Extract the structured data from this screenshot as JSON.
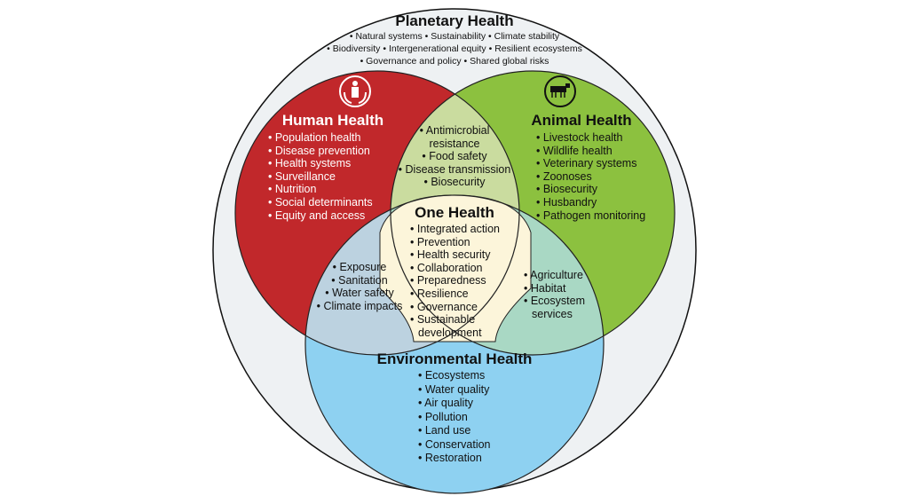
{
  "planetary": {
    "title": "Planetary Health",
    "lines": [
      "• Natural systems • Sustainability • Climate stability",
      "• Biodiversity • Intergenerational equity • Resilient ecosystems",
      "• Governance and policy • Shared global risks"
    ]
  },
  "human": {
    "title": "Human Health",
    "icon": "person-in-hands-icon",
    "items": [
      "• Population health",
      "• Disease prevention",
      "• Health systems",
      "• Surveillance",
      "• Nutrition",
      "• Social determinants",
      "• Equity and access"
    ]
  },
  "animal": {
    "title": "Animal Health",
    "icon": "livestock-icon",
    "items": [
      "• Livestock health",
      "• Wildlife health",
      "• Veterinary systems",
      "• Zoonoses",
      "• Biosecurity",
      "• Husbandry",
      "• Pathogen monitoring"
    ]
  },
  "human_animal": {
    "items": [
      "• Antimicrobial",
      "resistance",
      "• Food safety",
      "• Disease transmission",
      "• Biosecurity"
    ]
  },
  "one": {
    "title": "One Health",
    "items": [
      "• Integrated action",
      "• Prevention",
      "• Health security",
      "• Collaboration",
      "• Preparedness",
      "• Resilience",
      "• Governance",
      "• Sustainable",
      "development"
    ]
  },
  "human_env": {
    "items": [
      "• Exposure",
      "• Sanitation",
      "• Water safety",
      "• Climate impacts"
    ]
  },
  "animal_env": {
    "items": [
      "• Agriculture",
      "• Habitat",
      "• Ecosystem",
      "services"
    ]
  },
  "environmental": {
    "title": "Environmental Health",
    "items": [
      "• Ecosystems",
      "• Water quality",
      "• Air quality",
      "• Pollution",
      "• Land use",
      "• Conservation",
      "• Restoration"
    ]
  },
  "colors": {
    "outer": "#eef1f3",
    "human": "#c1282b",
    "animal": "#8cc13f",
    "env": "#8ed1f1",
    "human_animal": "#cadc9f",
    "human_env": "#bcd2e0",
    "animal_env": "#a9d8c4",
    "one": "#fcf5da"
  }
}
